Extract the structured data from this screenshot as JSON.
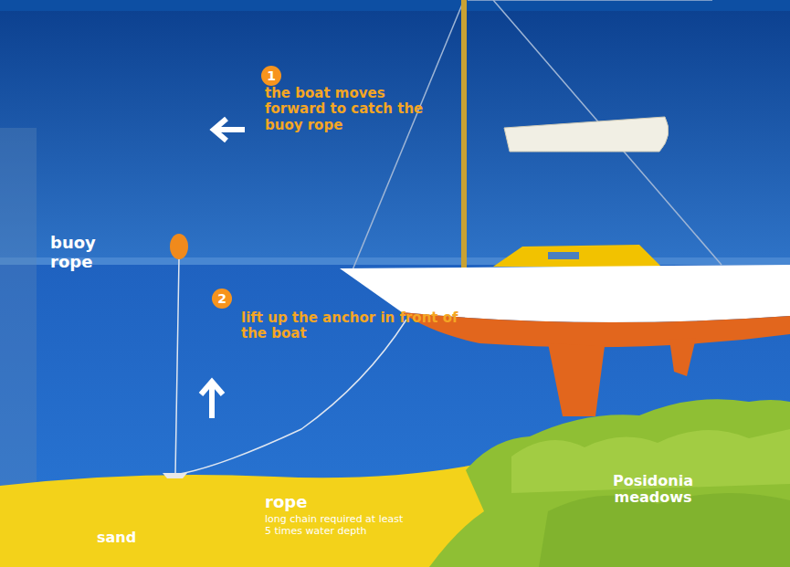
{
  "diagram": {
    "nodes": [
      {
        "text": [
          "1"
        ]
      },
      {
        "text": [
          "2"
        ]
      }
    ],
    "labels": [
      "the boat moves forward to catch the buoy rope",
      "buoy rope",
      "lift up the anchor in front of the boat",
      "rope",
      "long chain required at least 5 times water depth",
      "Posidonia meadows",
      "sand"
    ]
  }
}
